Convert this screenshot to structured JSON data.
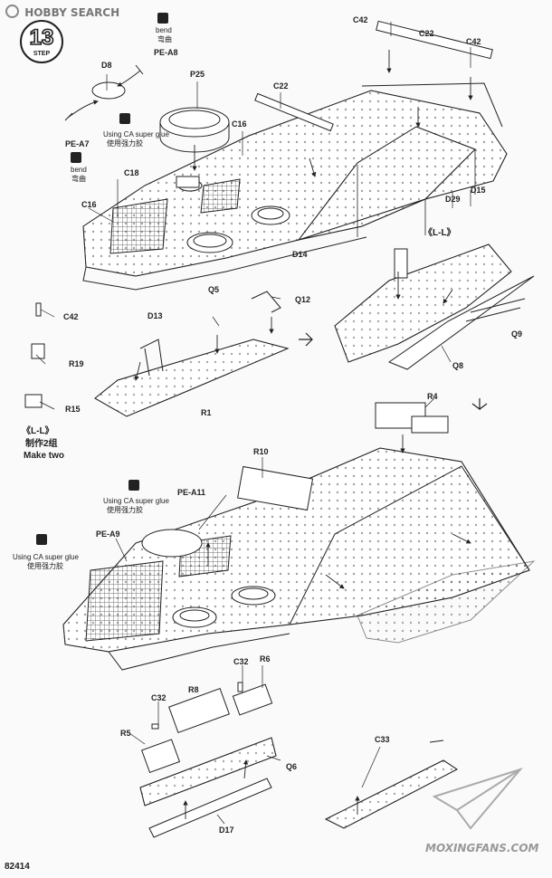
{
  "watermark_top": "HOBBY SEARCH",
  "step": {
    "number": "13",
    "word": "STEP"
  },
  "bend": {
    "en": "bend",
    "zh": "弯曲"
  },
  "glue": {
    "en": "Using CA super glue",
    "zh": "使用强力胶"
  },
  "parts": {
    "pe_a8": "PE-A8",
    "d8": "D8",
    "pe_a7": "PE-A7",
    "p25": "P25",
    "c22a": "C22",
    "c22b": "C22",
    "c42a": "C42",
    "c42b": "C42",
    "c16a": "C16",
    "c16b": "C16",
    "c18": "C18",
    "d29": "D29",
    "d15": "D15",
    "d14": "D14",
    "ll_top": "《L-L》",
    "c42c": "C42",
    "r19": "R19",
    "r15": "R15",
    "d13": "D13",
    "q5": "Q5",
    "q12": "Q12",
    "r1": "R1",
    "q9": "Q9",
    "q8": "Q8",
    "r4": "R4",
    "r10": "R10",
    "pe_a11": "PE-A11",
    "pe_a9": "PE-A9",
    "c32a": "C32",
    "r6": "R6",
    "c32b": "C32",
    "r8": "R8",
    "r5": "R5",
    "q6": "Q6",
    "d17": "D17",
    "c33": "C33"
  },
  "ll_note": {
    "mark": "《L-L》",
    "zh": "制作2组",
    "en": "Make two"
  },
  "footer_code": "82414",
  "watermark_bottom": "MOXINGFANS.COM"
}
